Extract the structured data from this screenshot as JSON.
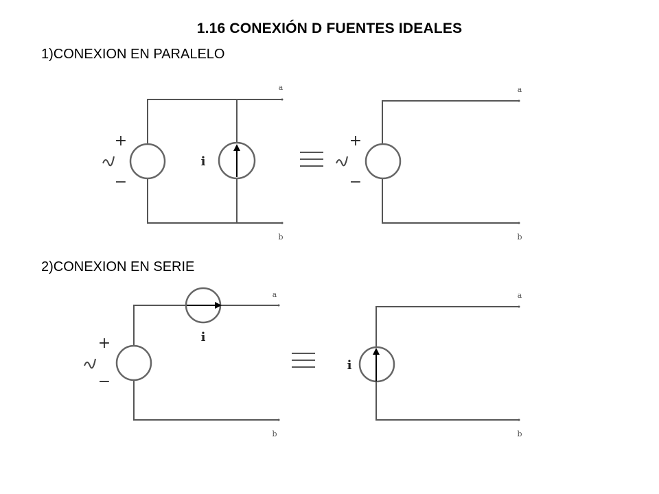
{
  "title": "1.16 CONEXIÓN D FUENTES IDEALES",
  "sections": [
    {
      "label": "1)CONEXION EN PARALELO"
    },
    {
      "label": "2)CONEXION EN SERIE"
    }
  ],
  "labels": {
    "current": "i",
    "plus": "+",
    "minus": "−",
    "term_a": "a",
    "term_b": "b",
    "equiv": "≡"
  },
  "colors": {
    "wire": "#555555",
    "source": "#666666"
  }
}
